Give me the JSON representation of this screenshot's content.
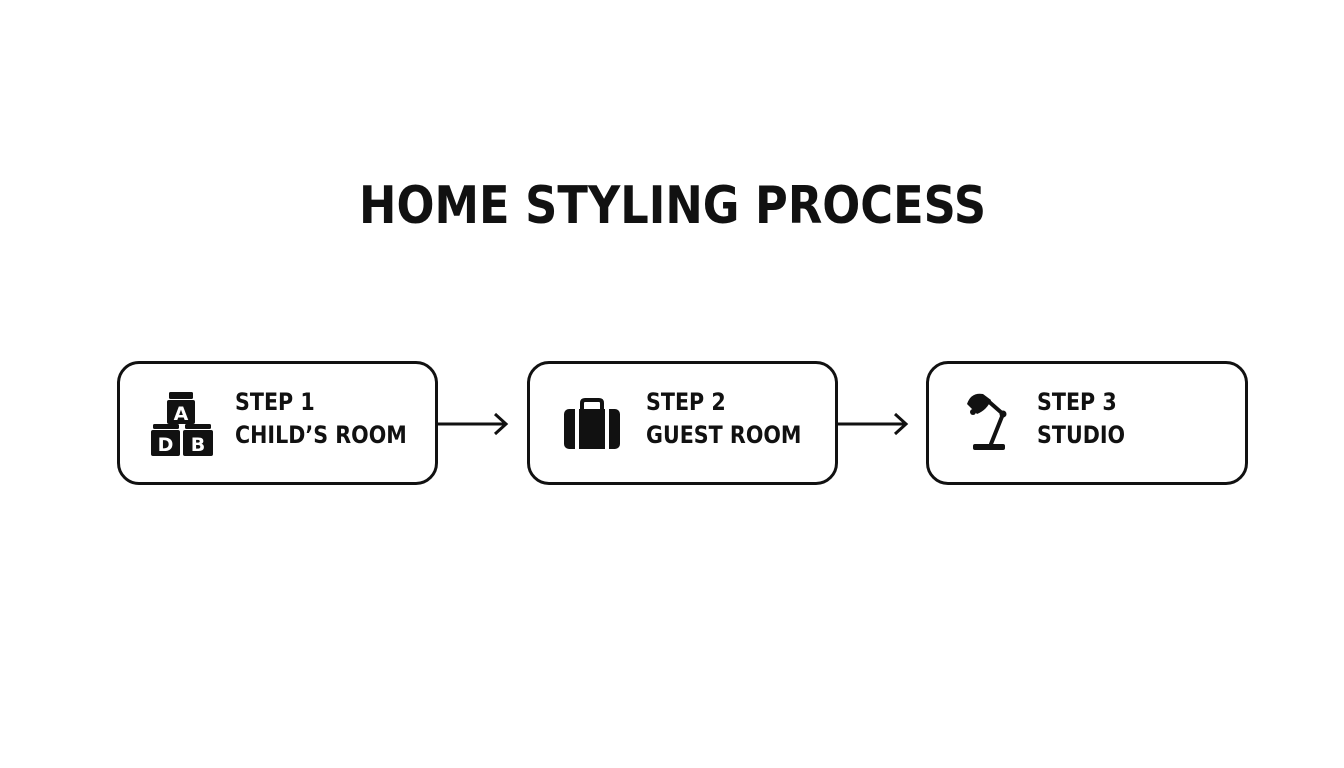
{
  "title": "HOME STYLING PROCESS",
  "steps": [
    {
      "step": "STEP 1",
      "label": "CHILD’S ROOM",
      "icon": "toy-blocks-icon",
      "block_letters": [
        "A",
        "D",
        "B"
      ]
    },
    {
      "step": "STEP 2",
      "label": "GUEST ROOM",
      "icon": "suitcase-icon"
    },
    {
      "step": "STEP 3",
      "label": "STUDIO",
      "icon": "desk-lamp-icon"
    }
  ],
  "colors": {
    "ink": "#111111",
    "background": "#ffffff"
  }
}
